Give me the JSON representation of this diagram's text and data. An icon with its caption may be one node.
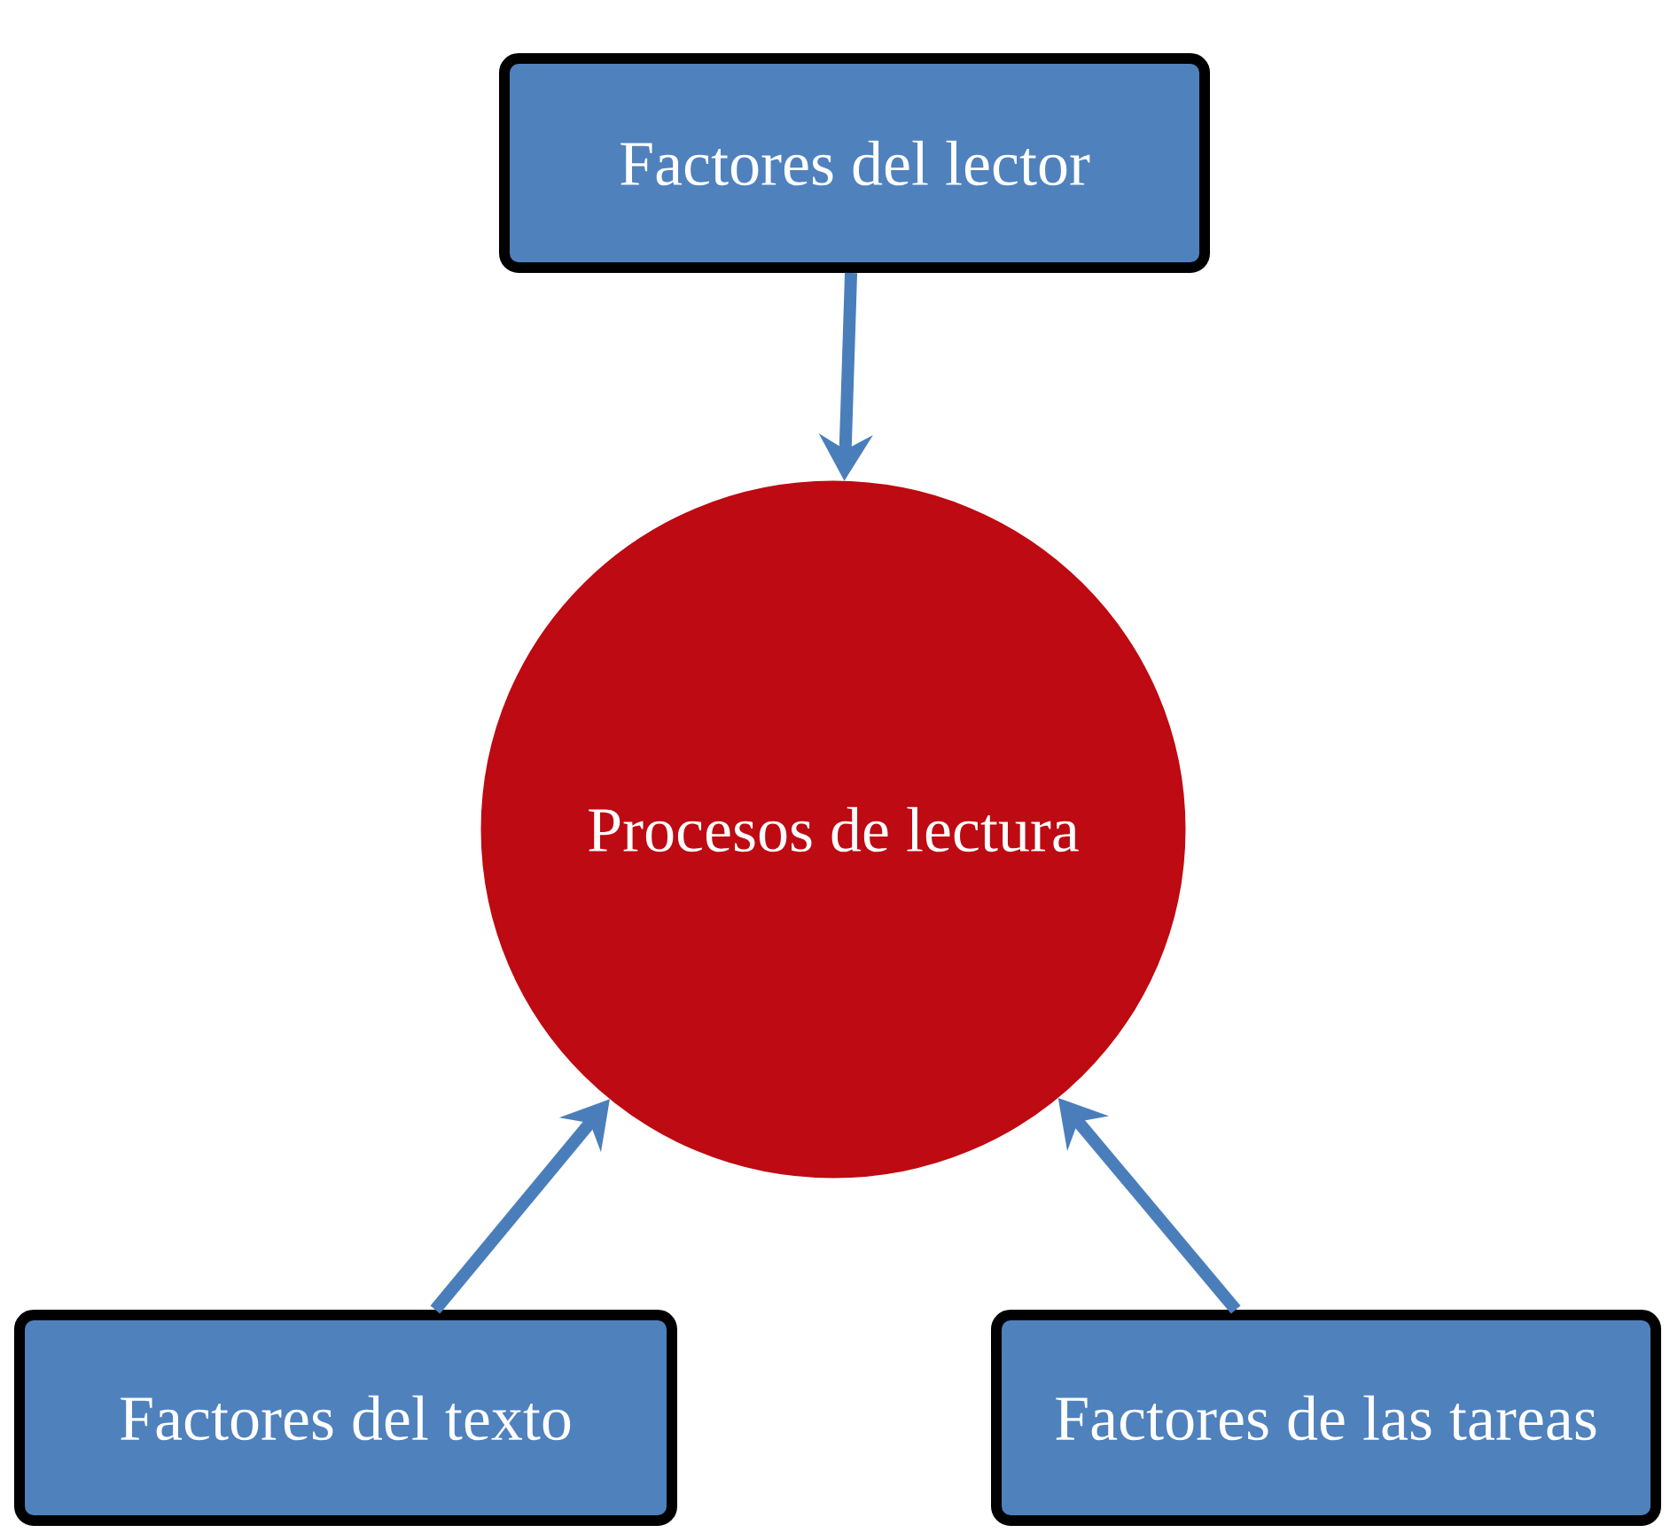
{
  "diagram": {
    "nodes": [
      {
        "text": [
          "Factores del lector"
        ]
      },
      {
        "text": [
          "Procesos de lectura"
        ]
      },
      {
        "text": [
          "Factores del texto"
        ]
      },
      {
        "text": [
          "Factores de las tareas"
        ]
      }
    ],
    "edges": [
      {
        "from": 0,
        "to": 1,
        "arrow": "to"
      },
      {
        "from": 2,
        "to": 1,
        "arrow": "to"
      },
      {
        "from": 3,
        "to": 1,
        "arrow": "to"
      }
    ]
  }
}
